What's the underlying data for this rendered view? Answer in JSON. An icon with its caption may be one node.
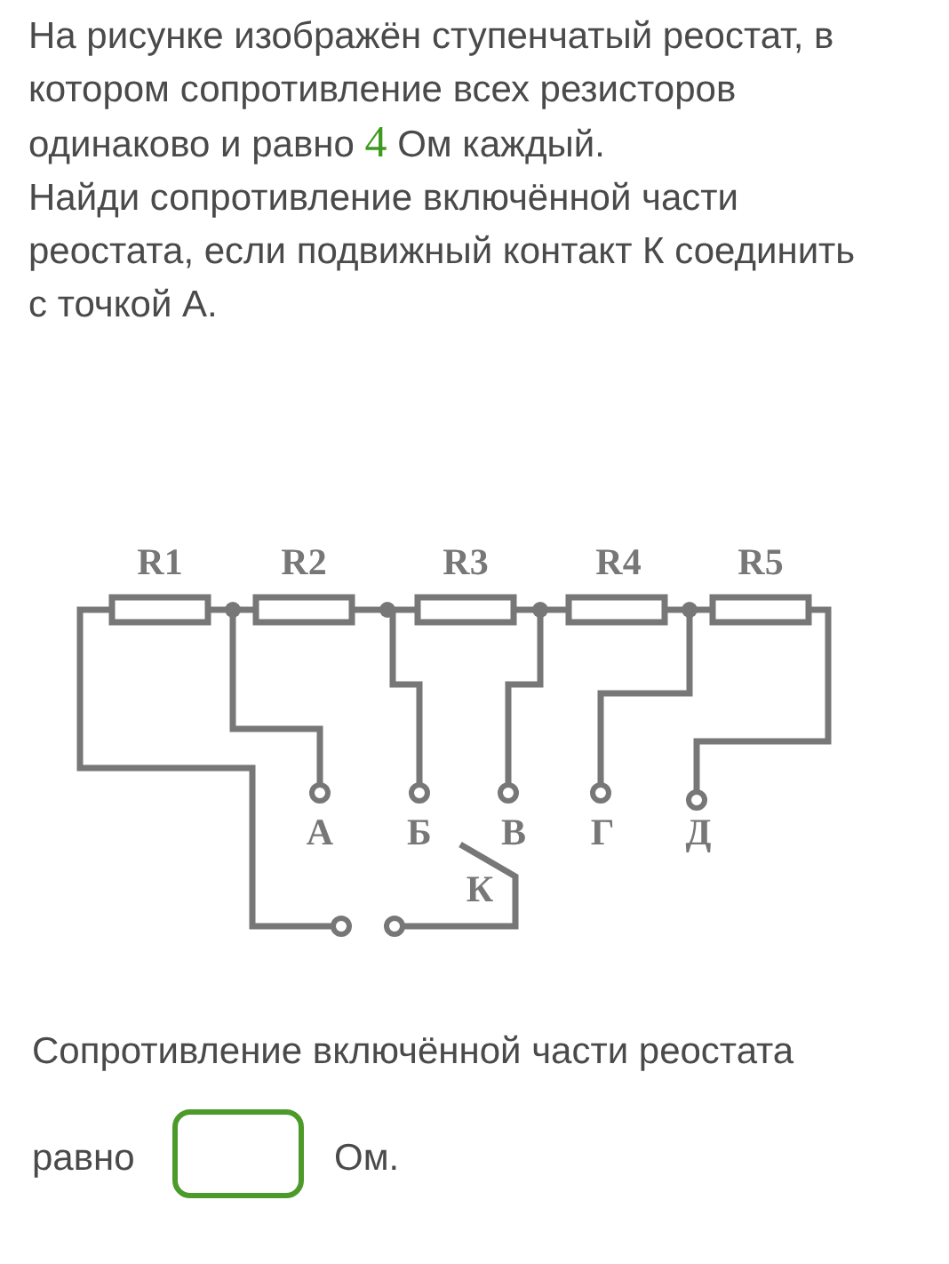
{
  "diagram": {
    "labels": [
      "На рисунке изображён ступенчатый реостат, в котором сопротивление всех резисторов одинаково и равно",
      "4",
      "Ом каждый.",
      "Найди сопротивление включённой части реостата, если подвижный контакт К соединить с точкой А.",
      "R1",
      "R2",
      "R3",
      "R4",
      "R5",
      "А",
      "Б",
      "В",
      "Г",
      "Д",
      "К",
      "Сопротивление включённой части реостата",
      "равно",
      "Ом."
    ]
  }
}
